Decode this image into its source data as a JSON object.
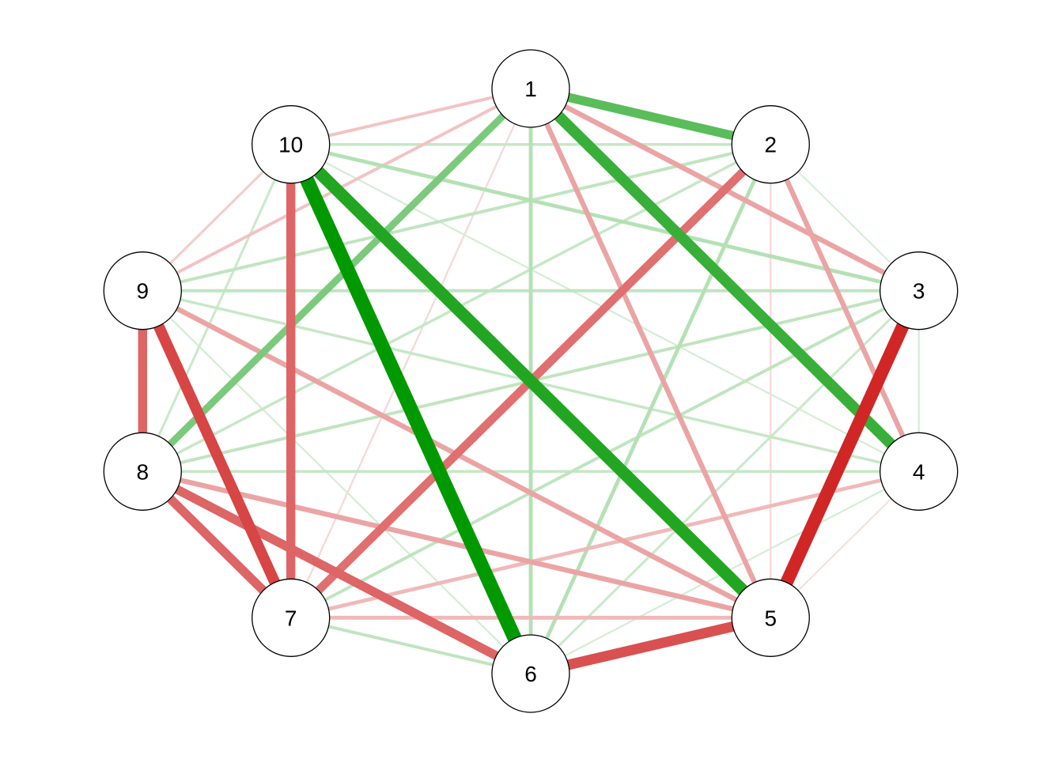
{
  "graph": {
    "positive_color": "#009900",
    "negative_color": "#cc1111",
    "node_fill": "#ffffff",
    "node_border": "#000000",
    "nodes": [
      {
        "id": "1",
        "label": "1"
      },
      {
        "id": "2",
        "label": "2"
      },
      {
        "id": "3",
        "label": "3"
      },
      {
        "id": "4",
        "label": "4"
      },
      {
        "id": "5",
        "label": "5"
      },
      {
        "id": "6",
        "label": "6"
      },
      {
        "id": "7",
        "label": "7"
      },
      {
        "id": "8",
        "label": "8"
      },
      {
        "id": "9",
        "label": "9"
      },
      {
        "id": "10",
        "label": "10"
      }
    ],
    "edges": [
      {
        "from": "1",
        "to": "2",
        "weight": 0.6
      },
      {
        "from": "1",
        "to": "3",
        "weight": -0.3
      },
      {
        "from": "1",
        "to": "4",
        "weight": 0.75
      },
      {
        "from": "1",
        "to": "5",
        "weight": -0.3
      },
      {
        "from": "1",
        "to": "6",
        "weight": 0.2
      },
      {
        "from": "1",
        "to": "7",
        "weight": -0.05
      },
      {
        "from": "1",
        "to": "8",
        "weight": 0.45
      },
      {
        "from": "1",
        "to": "9",
        "weight": -0.15
      },
      {
        "from": "1",
        "to": "10",
        "weight": -0.15
      },
      {
        "from": "2",
        "to": "3",
        "weight": 0.04
      },
      {
        "from": "2",
        "to": "4",
        "weight": -0.3
      },
      {
        "from": "2",
        "to": "5",
        "weight": -0.05
      },
      {
        "from": "2",
        "to": "6",
        "weight": 0.2
      },
      {
        "from": "2",
        "to": "7",
        "weight": -0.55
      },
      {
        "from": "2",
        "to": "8",
        "weight": 0.12
      },
      {
        "from": "2",
        "to": "9",
        "weight": 0.15
      },
      {
        "from": "2",
        "to": "10",
        "weight": 0.12
      },
      {
        "from": "3",
        "to": "4",
        "weight": 0.05
      },
      {
        "from": "3",
        "to": "5",
        "weight": -0.9
      },
      {
        "from": "3",
        "to": "6",
        "weight": 0.1
      },
      {
        "from": "3",
        "to": "7",
        "weight": 0.15
      },
      {
        "from": "3",
        "to": "8",
        "weight": 0.15
      },
      {
        "from": "3",
        "to": "9",
        "weight": 0.15
      },
      {
        "from": "3",
        "to": "10",
        "weight": 0.2
      },
      {
        "from": "4",
        "to": "5",
        "weight": -0.03
      },
      {
        "from": "4",
        "to": "6",
        "weight": 0.05
      },
      {
        "from": "4",
        "to": "7",
        "weight": -0.2
      },
      {
        "from": "4",
        "to": "8",
        "weight": 0.12
      },
      {
        "from": "4",
        "to": "9",
        "weight": 0.12
      },
      {
        "from": "4",
        "to": "10",
        "weight": 0.05
      },
      {
        "from": "5",
        "to": "6",
        "weight": -0.7
      },
      {
        "from": "5",
        "to": "7",
        "weight": -0.2
      },
      {
        "from": "5",
        "to": "8",
        "weight": -0.3
      },
      {
        "from": "5",
        "to": "9",
        "weight": -0.3
      },
      {
        "from": "5",
        "to": "10",
        "weight": 0.85
      },
      {
        "from": "6",
        "to": "7",
        "weight": 0.15
      },
      {
        "from": "6",
        "to": "8",
        "weight": -0.6
      },
      {
        "from": "6",
        "to": "9",
        "weight": 0.05
      },
      {
        "from": "6",
        "to": "10",
        "weight": 1.0
      },
      {
        "from": "7",
        "to": "8",
        "weight": -0.6
      },
      {
        "from": "7",
        "to": "9",
        "weight": -0.75
      },
      {
        "from": "7",
        "to": "10",
        "weight": -0.6
      },
      {
        "from": "8",
        "to": "9",
        "weight": -0.6
      },
      {
        "from": "8",
        "to": "10",
        "weight": 0.1
      },
      {
        "from": "9",
        "to": "10",
        "weight": -0.1
      }
    ]
  }
}
